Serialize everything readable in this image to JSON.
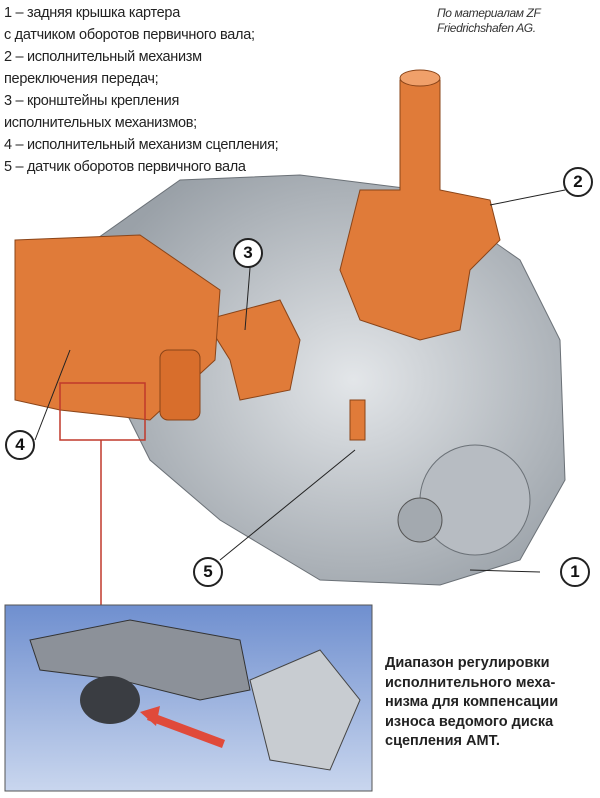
{
  "legend": [
    "1 – задняя крышка картера",
    "с датчиком оборотов первичного вала;",
    "2 – исполнительный механизм",
    "переключения передач;",
    "3 – кронштейны крепления",
    "исполнительных механизмов;",
    "4 – исполнительный механизм сцепления;",
    "5 – датчик оборотов первичного вала"
  ],
  "credit": [
    "По материалам ZF",
    "Friedrichshafen AG."
  ],
  "callouts": [
    "1",
    "2",
    "3",
    "4",
    "5"
  ],
  "note": [
    "Диапазон регулировки",
    "исполнительного меха-",
    "низма для компенсации",
    "износа ведомого диска",
    "сцепления AMT."
  ],
  "colors": {
    "actuator": "#e07b39",
    "housing": "#c9ced3",
    "inset": "#8fa7d6",
    "frame": "#c0392b"
  }
}
